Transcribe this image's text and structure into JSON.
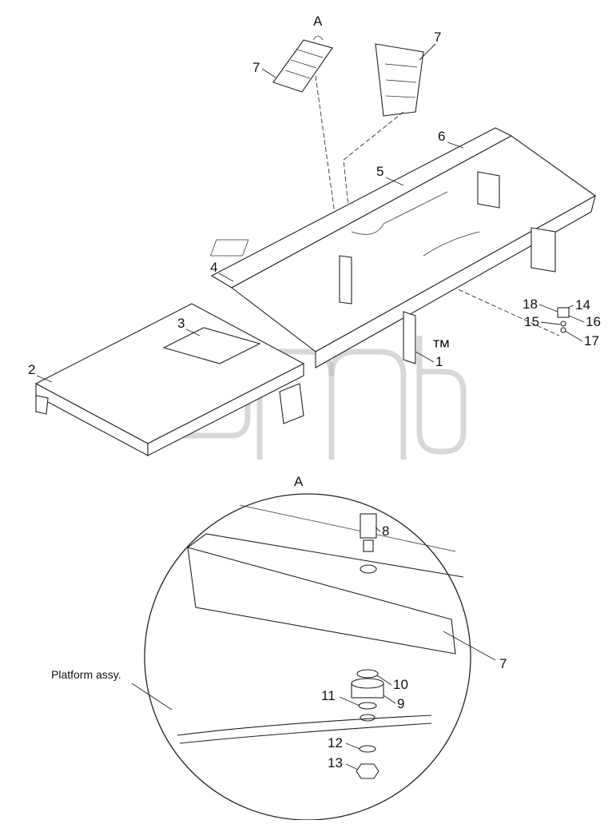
{
  "diagram": {
    "view_label_top": "A",
    "view_label_detail": "A",
    "watermark": {
      "text": "™"
    },
    "callouts": {
      "c1": "1",
      "c2": "2",
      "c3": "3",
      "c4": "4",
      "c5": "5",
      "c6": "6",
      "c7a": "7",
      "c7b": "7",
      "c7c": "7",
      "c8": "8",
      "c9": "9",
      "c10": "10",
      "c11": "11",
      "c12": "12",
      "c13": "13",
      "c14": "14",
      "c15": "15",
      "c16": "16",
      "c17": "17",
      "c18": "18"
    },
    "platform_label": "Platform assy."
  }
}
